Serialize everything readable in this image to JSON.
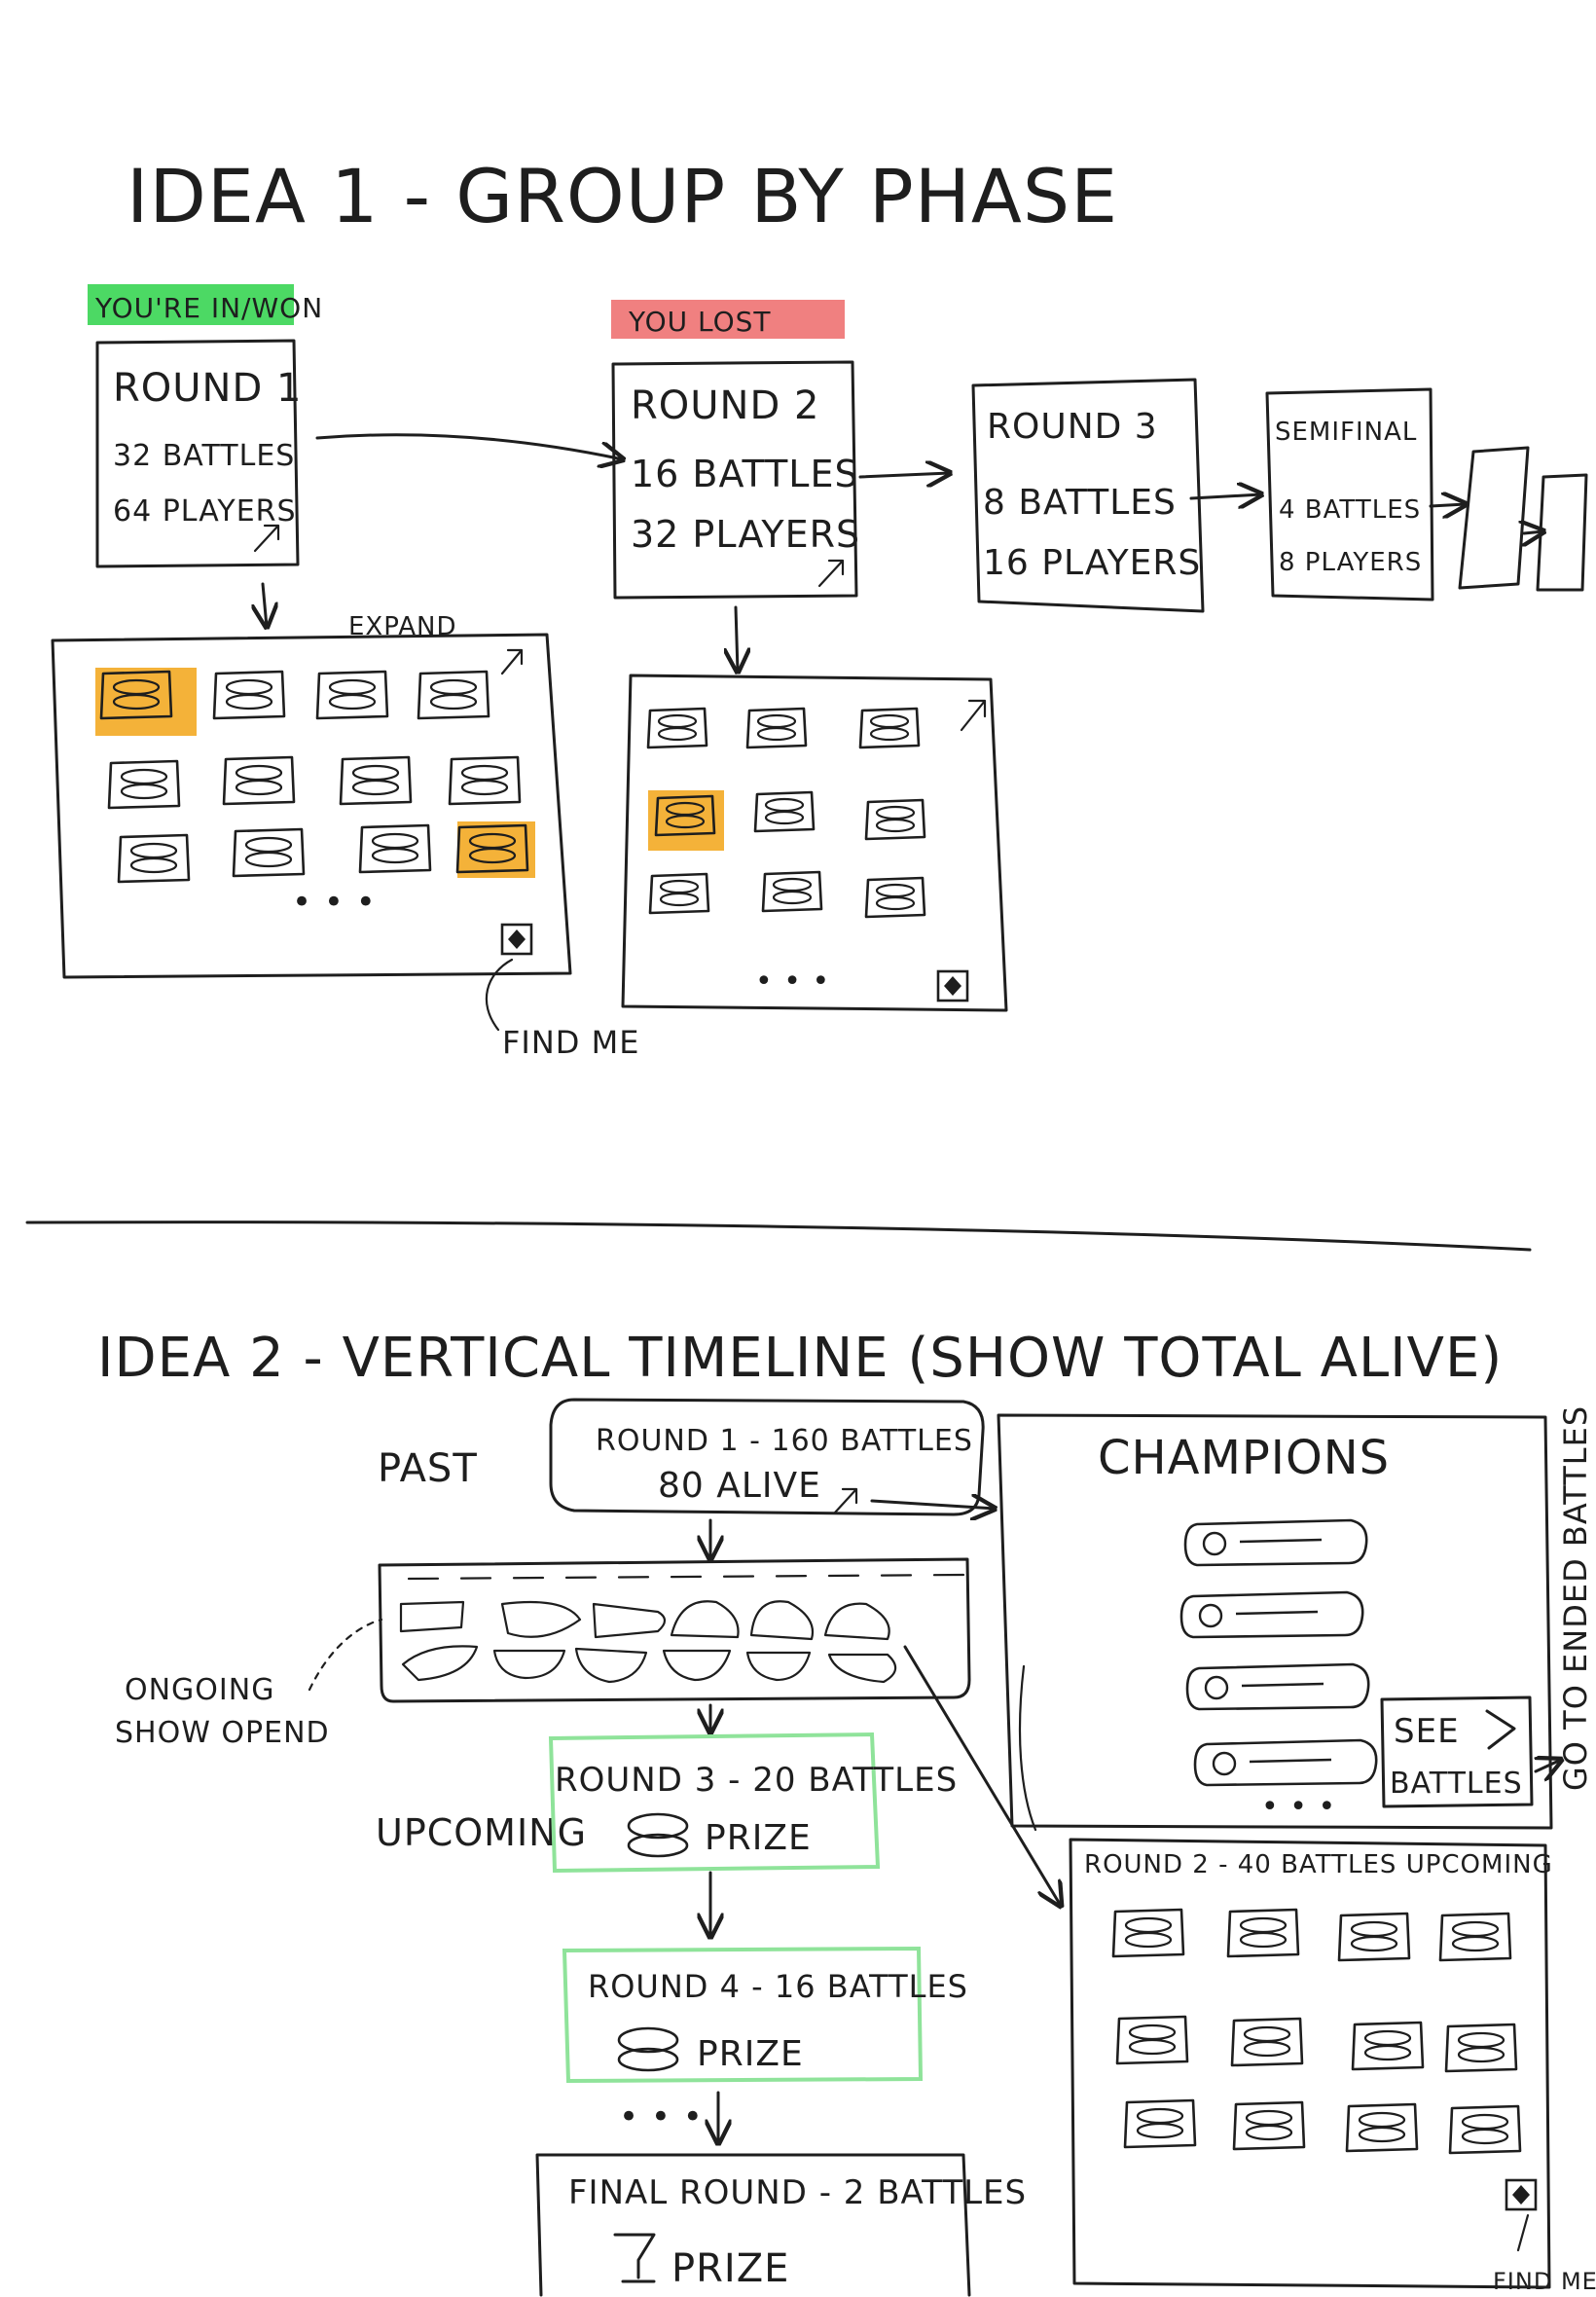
{
  "idea1": {
    "title": "IDEA 1 - GROUP BY PHASE",
    "badge_won": "YOU'RE IN/WON",
    "badge_lost": "YOU LOST",
    "rounds": [
      {
        "lines": [
          "ROUND 1",
          "32 BATTLES",
          "64 PLAYERS"
        ]
      },
      {
        "lines": [
          "ROUND 2",
          "16 BATTLES",
          "32 PLAYERS"
        ]
      },
      {
        "lines": [
          "ROUND 3",
          "8 BATTLES",
          "16 PLAYERS"
        ]
      },
      {
        "lines": [
          "SEMIFINAL",
          "4 BATTLES",
          "8 PLAYERS"
        ]
      }
    ],
    "expand_label": "EXPAND",
    "find_me_label": "FIND ME"
  },
  "idea2": {
    "title": "IDEA 2 - VERTICAL TIMELINE (SHOW TOTAL ALIVE)",
    "past_label": "PAST",
    "ongoing_label": [
      "ONGOING",
      "SHOW OPEND"
    ],
    "upcoming_label": "UPCOMING",
    "round1": [
      "ROUND 1 - 160 BATTLES",
      "80 ALIVE"
    ],
    "round3": [
      "ROUND 3 - 20 BATTLES",
      "PRIZE"
    ],
    "round4": [
      "ROUND 4 - 16 BATTLES",
      "PRIZE"
    ],
    "final": [
      "FINAL ROUND - 2 BATTLES",
      "PRIZE"
    ],
    "champions_title": "CHAMPIONS",
    "see_battles": [
      "SEE",
      "BATTLES"
    ],
    "go_to_ended": "GO TO ENDED BATTLES",
    "round2_upcoming": "ROUND 2 - 40 BATTLES UPCOMING",
    "find_me_label": "FIND ME"
  },
  "colors": {
    "won": "#4cd964",
    "lost": "#f08080",
    "highlight": "#f2a516",
    "upcoming_border": "#8fe39a"
  }
}
